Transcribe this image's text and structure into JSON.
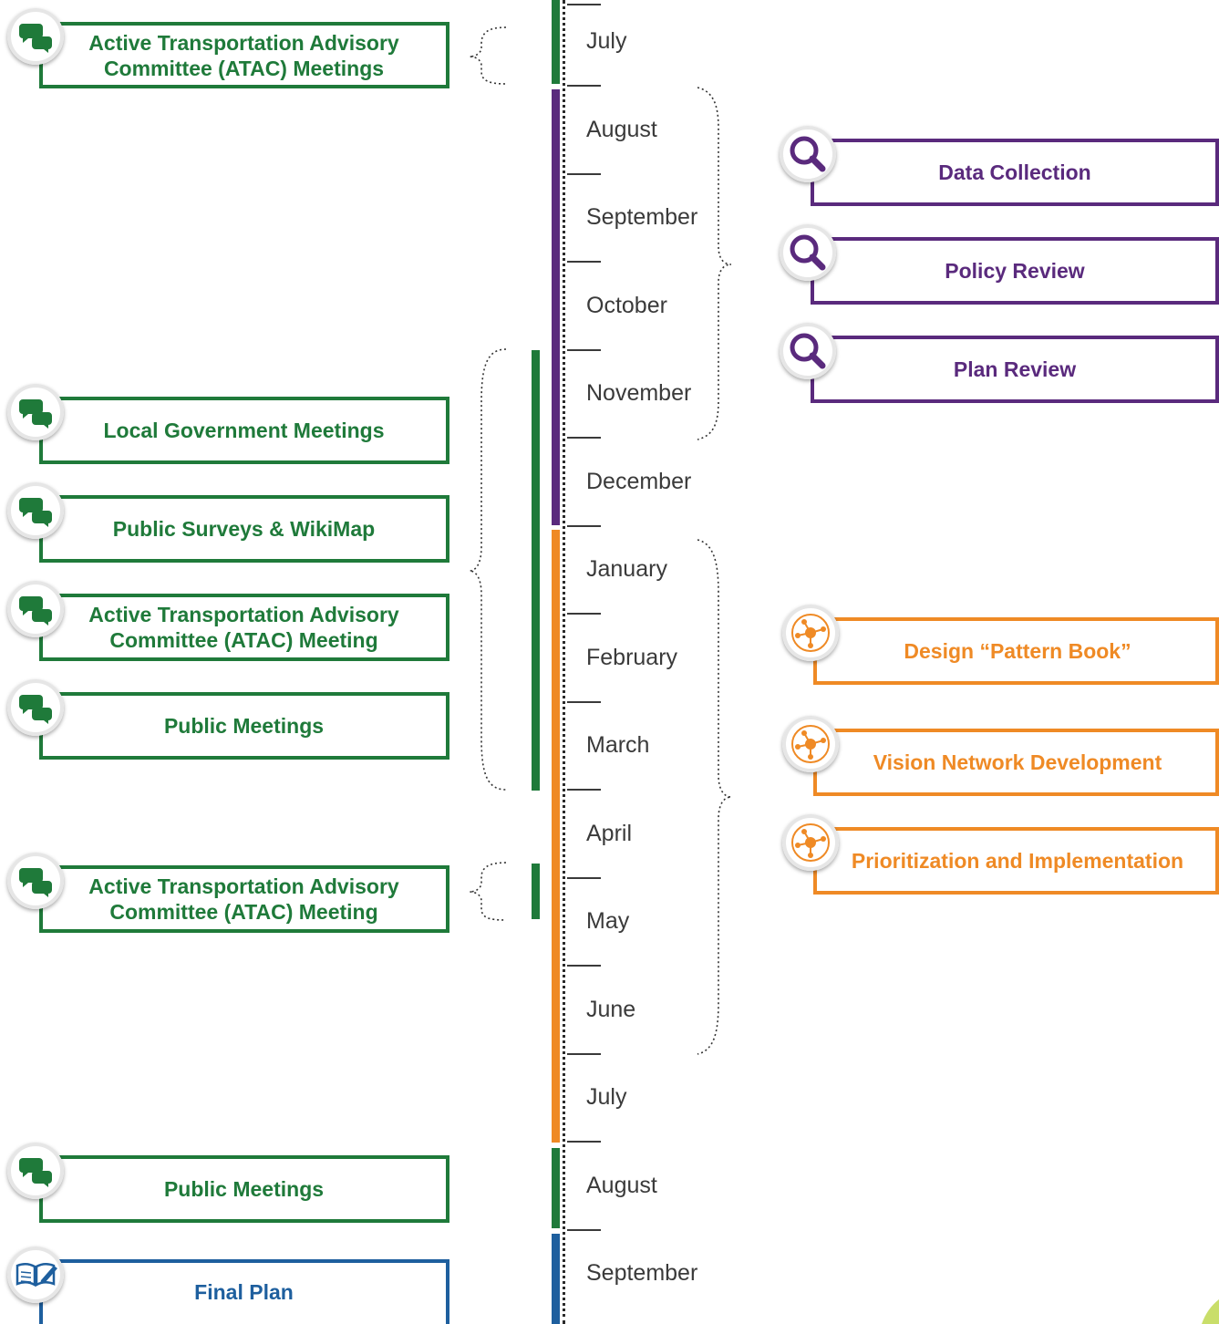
{
  "colors": {
    "engagement": "#1f7a3a",
    "analysis": "#5a2a7d",
    "development": "#ef8a25",
    "final": "#1e5f9e"
  },
  "timeline": {
    "months": [
      "July",
      "August",
      "September",
      "October",
      "November",
      "December",
      "January",
      "February",
      "March",
      "April",
      "May",
      "June",
      "July",
      "August",
      "September"
    ]
  },
  "left_items": [
    {
      "label": "Active Transportation Advisory Committee (ATAC) Meetings",
      "icon": "chat-bubbles-icon"
    },
    {
      "label": "Local Government Meetings",
      "icon": "chat-bubbles-icon"
    },
    {
      "label": "Public Surveys & WikiMap",
      "icon": "chat-bubbles-icon"
    },
    {
      "label": "Active Transportation Advisory Committee (ATAC) Meeting",
      "icon": "chat-bubbles-icon"
    },
    {
      "label": "Public Meetings",
      "icon": "chat-bubbles-icon"
    },
    {
      "label": "Active Transportation Advisory Committee (ATAC) Meeting",
      "icon": "chat-bubbles-icon"
    },
    {
      "label": "Public Meetings",
      "icon": "chat-bubbles-icon"
    },
    {
      "label": "Final Plan",
      "icon": "open-book-pencil-icon"
    }
  ],
  "right_items": [
    {
      "label": "Data Collection",
      "icon": "magnifier-icon"
    },
    {
      "label": "Policy Review",
      "icon": "magnifier-icon"
    },
    {
      "label": "Plan Review",
      "icon": "magnifier-icon"
    },
    {
      "label": "Design “Pattern Book”",
      "icon": "network-hub-icon"
    },
    {
      "label": "Vision Network Development",
      "icon": "network-hub-icon"
    },
    {
      "label": "Prioritization and Implementation",
      "icon": "network-hub-icon"
    }
  ]
}
